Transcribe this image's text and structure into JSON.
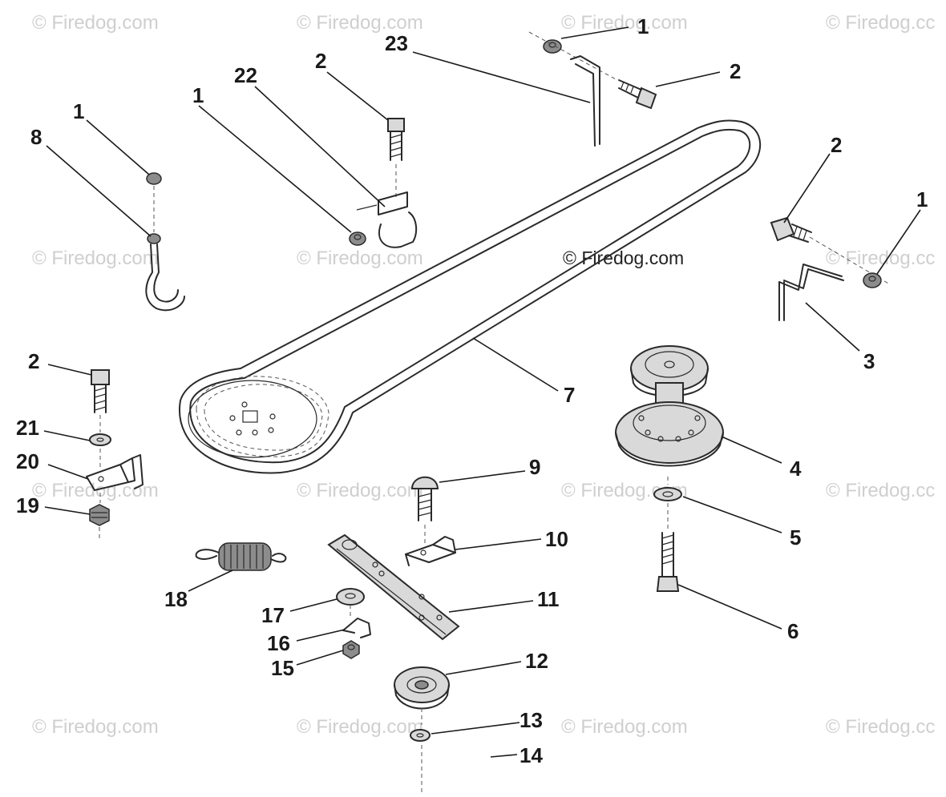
{
  "diagram": {
    "credit": "© Firedog.com",
    "watermark": "© Firedog.com",
    "watermark_clipped": "© Firedog.cc",
    "callouts": [
      "1",
      "2",
      "23",
      "1",
      "2",
      "22",
      "8",
      "1",
      "2",
      "1",
      "3",
      "7",
      "2",
      "21",
      "20",
      "19",
      "9",
      "4",
      "5",
      "10",
      "18",
      "11",
      "17",
      "16",
      "15",
      "12",
      "6",
      "13",
      "14"
    ]
  }
}
